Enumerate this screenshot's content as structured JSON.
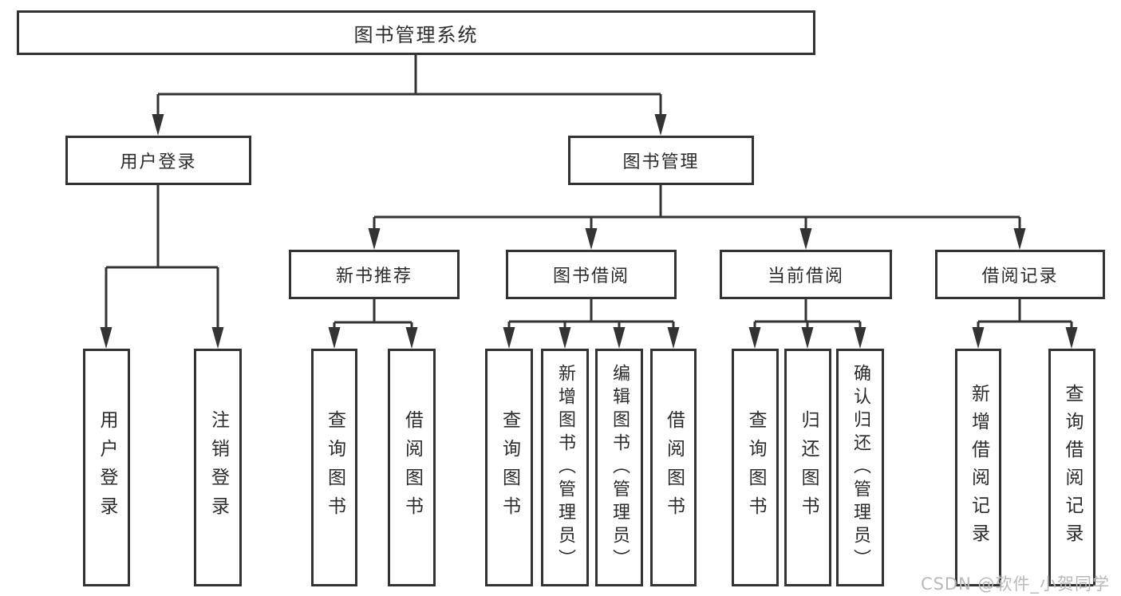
{
  "diagram": {
    "title": "图书管理系统",
    "tree": {
      "root": {
        "label": "图书管理系统"
      },
      "branches": [
        {
          "label": "用户登录",
          "children": [
            "用户登录",
            "注销登录"
          ]
        },
        {
          "label": "图书管理",
          "sections": [
            {
              "label": "新书推荐",
              "children": [
                "查询图书",
                "借阅图书"
              ]
            },
            {
              "label": "图书借阅",
              "children": [
                "查询图书",
                "新增图书（管理员）",
                "编辑图书（管理员）",
                "借阅图书"
              ]
            },
            {
              "label": "当前借阅",
              "children": [
                "查询图书",
                "归还图书",
                "确认归还（管理员）"
              ]
            },
            {
              "label": "借阅记录",
              "children": [
                "新增借阅记录",
                "查询借阅记录"
              ]
            }
          ]
        }
      ]
    },
    "colors": {
      "line": "#333333",
      "text": "#2b2b2b",
      "background": "#ffffff",
      "watermark_text_color": "#b9b9b9"
    }
  },
  "watermark": {
    "text": "CSDN @软件_小贺同学"
  }
}
